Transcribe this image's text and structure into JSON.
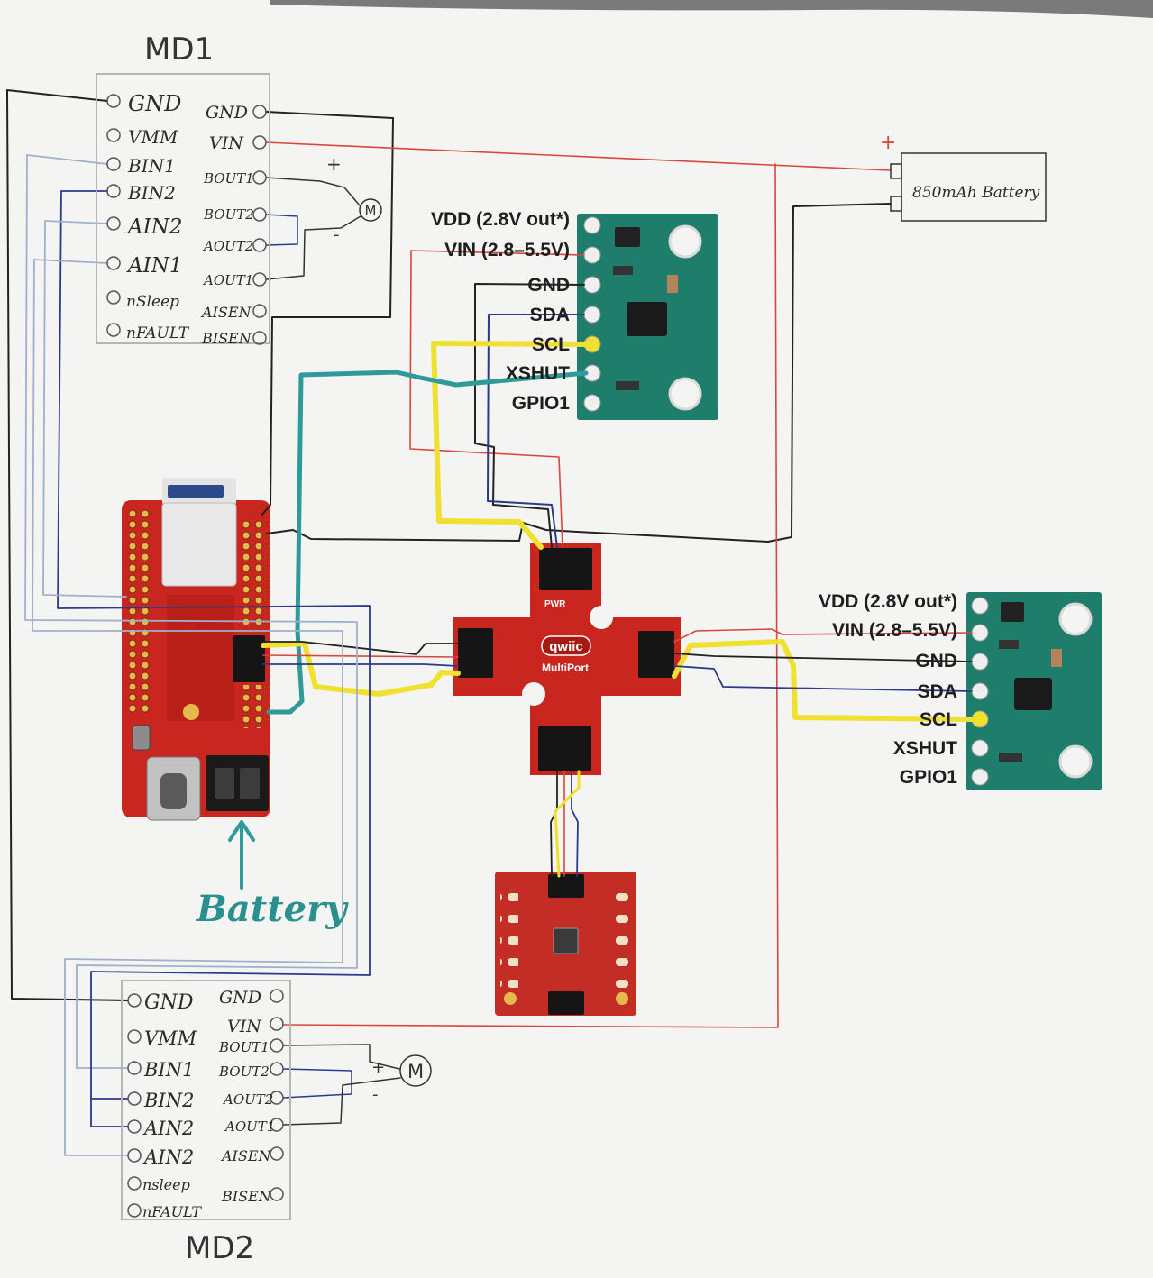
{
  "md1": {
    "title": "MD1",
    "left_pins": [
      "GND",
      "VMM",
      "BIN1",
      "BIN2",
      "AIN2",
      "AIN1",
      "nSleep",
      "nFAULT"
    ],
    "right_pins": [
      "GND",
      "VIN",
      "BOUT1",
      "BOUT2",
      "AOUT2",
      "AOUT1",
      "AISEN",
      "BISEN"
    ]
  },
  "md2": {
    "title": "MD2",
    "left_pins": [
      "GND",
      "VMM",
      "BIN1",
      "BIN2",
      "AIN2",
      "AIN2",
      "nsleep",
      "nFAULT"
    ],
    "right_pins": [
      "GND",
      "VIN",
      "BOUT1",
      "BOUT2",
      "AOUT2",
      "AOUT1",
      "AISEN",
      "BISEN"
    ]
  },
  "motor_1": {
    "label": "M",
    "plus": "+",
    "minus": "-"
  },
  "motor_2": {
    "label": "M",
    "plus": "+",
    "minus": "-"
  },
  "battery": {
    "label": "850mAh Battery",
    "plus": "+",
    "minus": "-"
  },
  "tof_sensor_1": {
    "pins": [
      "VDD (2.8V out*)",
      "VIN (2.8–5.5V)",
      "GND",
      "SDA",
      "SCL",
      "XSHUT",
      "GPIO1"
    ]
  },
  "tof_sensor_2": {
    "pins": [
      "VDD (2.8V out*)",
      "VIN (2.8–5.5V)",
      "GND",
      "SDA",
      "SCL",
      "XSHUT",
      "GPIO1"
    ]
  },
  "multiport": {
    "brand": "qwiic",
    "name": "MultiPort",
    "power_label": "PWR"
  },
  "board_battery_note": "Battery",
  "colors": {
    "wire_black": "#222222",
    "wire_red": "#d9463f",
    "wire_navy": "#2b3a8c",
    "wire_lightblue": "#9fb0cc",
    "wire_yellow": "#f0e030",
    "wire_teal": "#2f9a9a",
    "sparkfun_red": "#c8261f",
    "sensor_green": "#1f7d6c"
  }
}
